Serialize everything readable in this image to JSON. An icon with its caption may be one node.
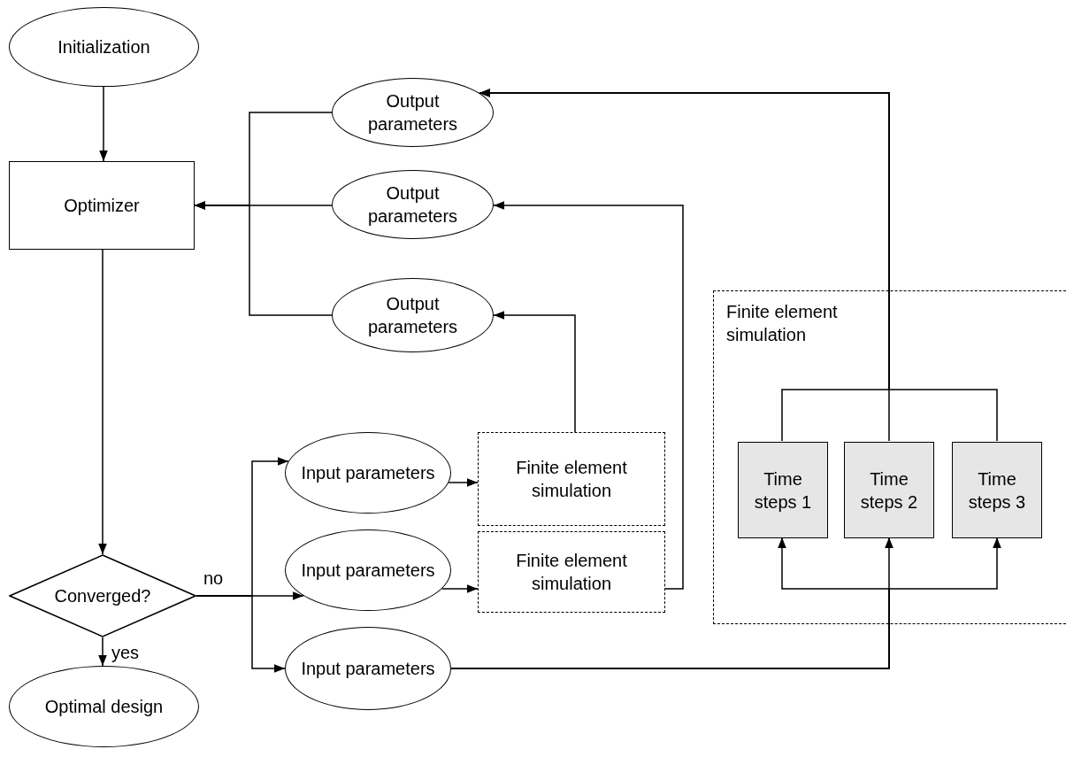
{
  "diagram": {
    "nodes": [
      {
        "text": [
          "Initialization"
        ]
      },
      {
        "text": [
          "Optimizer"
        ]
      },
      {
        "text": [
          "Converged?"
        ]
      },
      {
        "text": [
          "Optimal design"
        ]
      },
      {
        "text": [
          "Output parameters"
        ]
      },
      {
        "text": [
          "Output parameters"
        ]
      },
      {
        "text": [
          "Output parameters"
        ]
      },
      {
        "text": [
          "Input parameters"
        ]
      },
      {
        "text": [
          "Input parameters"
        ]
      },
      {
        "text": [
          "Input parameters"
        ]
      },
      {
        "text": [
          "Finite element simulation"
        ]
      },
      {
        "text": [
          "Finite element simulation"
        ]
      },
      {
        "text": [
          "Finite element simulation"
        ]
      },
      {
        "text": [
          "Time steps 1"
        ],
        "in": 12
      },
      {
        "text": [
          "Time steps 2"
        ],
        "in": 12
      },
      {
        "text": [
          "Time steps 3"
        ],
        "in": 12
      }
    ],
    "edges": [
      {
        "from": 0,
        "to": 1,
        "arrow": "to"
      },
      {
        "from": 4,
        "to": 1,
        "arrow": "to"
      },
      {
        "from": 5,
        "to": 1,
        "arrow": "to"
      },
      {
        "from": 6,
        "to": 1,
        "arrow": "to"
      },
      {
        "from": 1,
        "to": 2,
        "arrow": "to"
      },
      {
        "from": 2,
        "to": 3,
        "arrow": "to",
        "label": "yes"
      },
      {
        "from": 2,
        "to": 7,
        "arrow": "to"
      },
      {
        "from": 2,
        "to": 8,
        "arrow": "to",
        "label": "no"
      },
      {
        "from": 2,
        "to": 9,
        "arrow": "to"
      },
      {
        "from": 7,
        "to": 10,
        "arrow": "to"
      },
      {
        "from": 8,
        "to": 11,
        "arrow": "to"
      },
      {
        "from": 10,
        "to": 6,
        "arrow": "to"
      },
      {
        "from": 11,
        "to": 5,
        "arrow": "to"
      },
      {
        "from": 9,
        "to": 13,
        "arrow": "to"
      },
      {
        "from": 9,
        "to": 14,
        "arrow": "to"
      },
      {
        "from": 9,
        "to": 15,
        "arrow": "to"
      },
      {
        "from": 13,
        "to": 4,
        "arrow": "to"
      },
      {
        "from": 14,
        "to": 4,
        "arrow": "to"
      },
      {
        "from": 15,
        "to": 4,
        "arrow": "to"
      }
    ]
  }
}
